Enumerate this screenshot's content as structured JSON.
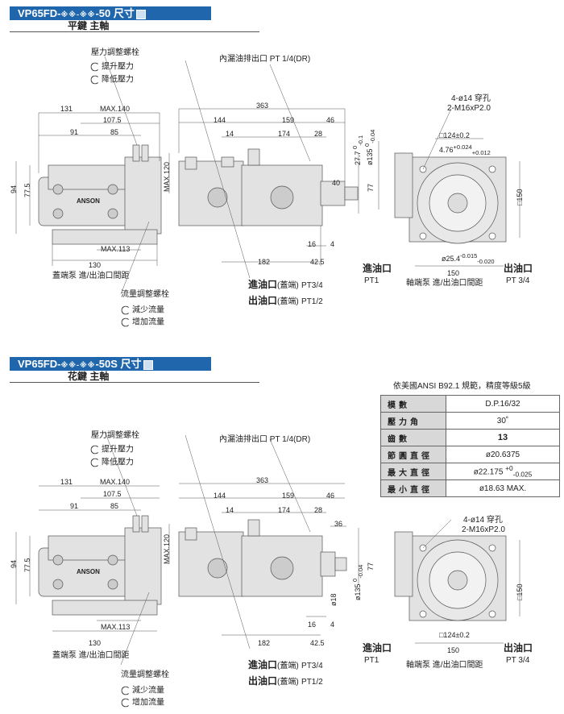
{
  "section1": {
    "title": "VP65FD-",
    "title_stars": "※※-※※",
    "title_tail": "-50 尺寸",
    "subtitle": "平鍵 主軸"
  },
  "section2": {
    "title": "VP65FD-",
    "title_stars": "※※-※※",
    "title_tail": "-50S 尺寸",
    "subtitle": "花鍵 主軸"
  },
  "labels": {
    "pressure_screw": "壓力調整螺栓",
    "raise_pressure": "提升壓力",
    "lower_pressure": "降低壓力",
    "drain": "內漏油排出口 PT 1/4(DR)",
    "flow_screw": "流量調整螺栓",
    "reduce_flow": "減少流量",
    "increase_flow": "增加流量",
    "cover_port_dist": "蓋端泵 進/出油口間距",
    "shaft_port_dist": "軸端泵 進/出油口間距",
    "inlet": "進油口",
    "outlet": "出油口",
    "cover_end": "(蓋端)",
    "inlet_pt": "PT3/4",
    "outlet_pt": "PT1/2",
    "pt1": "PT1",
    "pt34": "PT 3/4",
    "holes": "4-ø14 穿孔",
    "tap": "2-M16xP2.0",
    "brand": "ANSON"
  },
  "dims": {
    "d131": "131",
    "max140": "MAX.140",
    "d1075": "107.5",
    "d91": "91",
    "d85": "85",
    "d94": "94",
    "d775": "77.5",
    "max120": "MAX.120",
    "max113": "MAX.113",
    "d130": "130",
    "d363": "363",
    "d144": "144",
    "d159": "159",
    "d46": "46",
    "d14": "14",
    "d174": "174",
    "d28": "28",
    "d40": "40",
    "d77": "77",
    "d275": "27.7",
    "d135": "ø135",
    "d16": "16",
    "d4": "4",
    "d182": "182",
    "d425": "42.5",
    "d36": "36",
    "d18": "ø18",
    "d124": "□124±0.2",
    "d476": "4.76",
    "d150": "150",
    "d150b": "□150",
    "d254": "ø25.4",
    "d27z": "0",
    "d27n": "-0.1",
    "d135z": "0",
    "d135n": "-0.04",
    "d476p": "+0.024",
    "d476n": "+0.012",
    "d254p": "-0.015",
    "d254n": "-0.020"
  },
  "spec_table": {
    "caption": "依美國ANSI  B92.1 規範，精度等級5級",
    "rows": [
      {
        "k": "模數",
        "v": "D.P.16/32"
      },
      {
        "k": "壓力角",
        "v": "30˚"
      },
      {
        "k": "齒數",
        "v": "13"
      },
      {
        "k": "節圓直徑",
        "v": "ø20.6375"
      },
      {
        "k": "最大直徑",
        "v": "ø22.175"
      },
      {
        "k": "最小直徑",
        "v": "ø18.63 MAX."
      }
    ],
    "max_tol_p": "+0",
    "max_tol_n": "-0.025"
  }
}
